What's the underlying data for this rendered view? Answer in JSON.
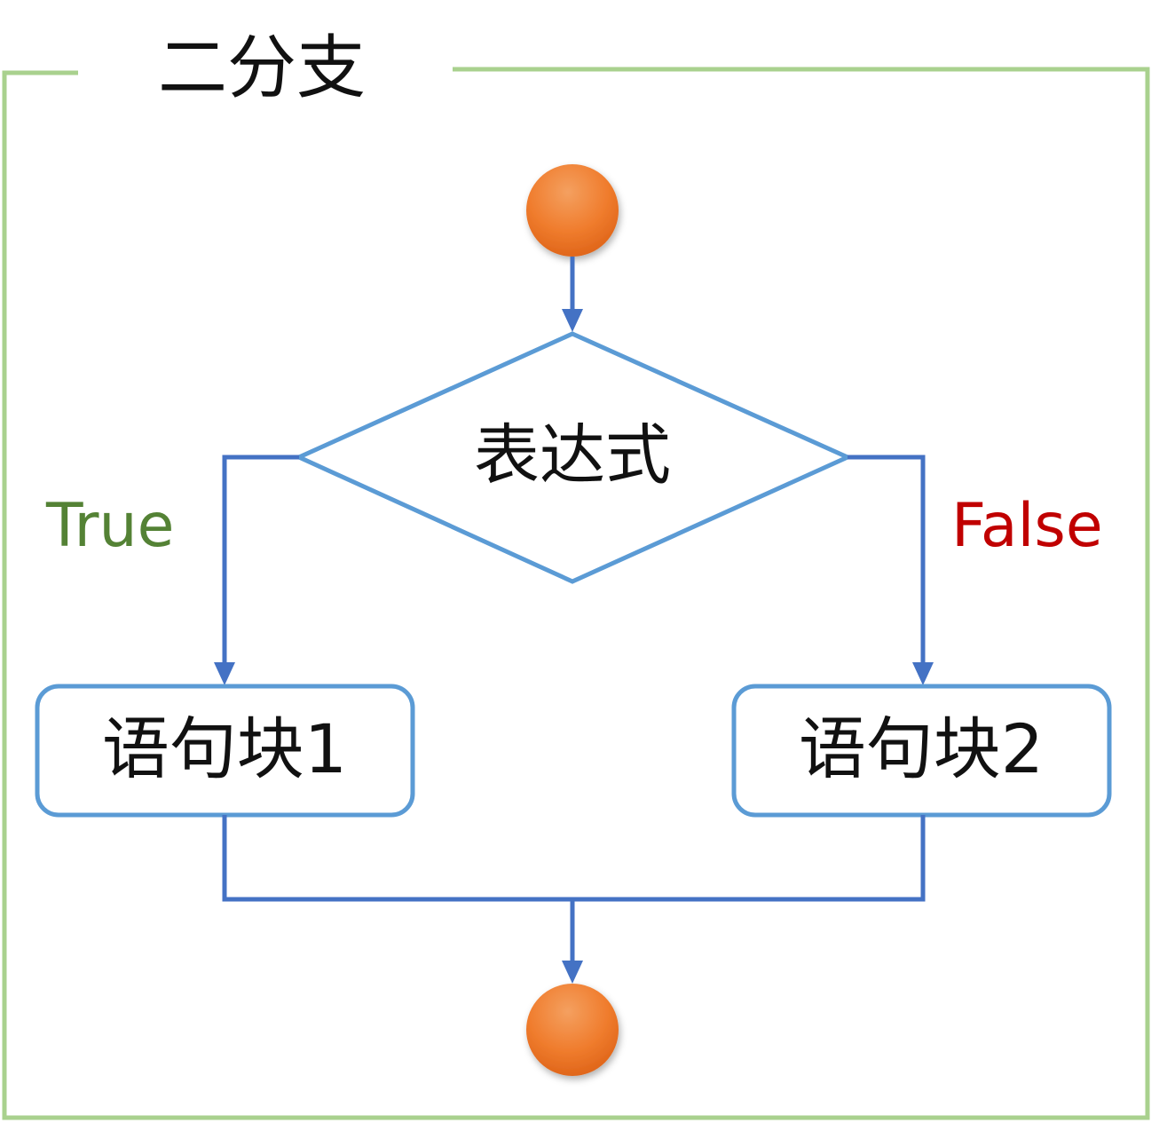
{
  "title": "二分支",
  "condition": "表达式",
  "true_label": "True",
  "false_label": "False",
  "block1": "语句块1",
  "block2": "语句块2",
  "colors": {
    "frame": "#a9d18e",
    "connector": "#4472c4",
    "shape_stroke": "#5b9bd5",
    "terminal": "#ed7d31",
    "true": "#548235",
    "false": "#c00000"
  }
}
